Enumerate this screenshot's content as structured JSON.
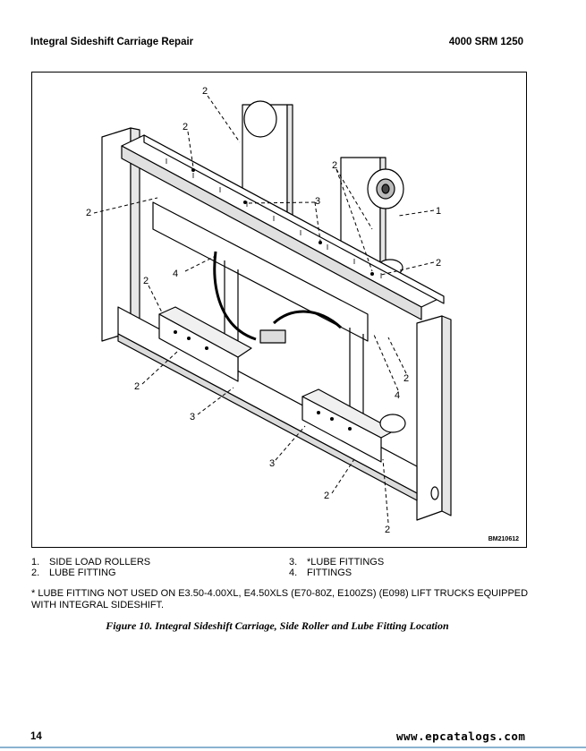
{
  "header": {
    "left_title": "Integral Sideshift Carriage Repair",
    "right_title": "4000 SRM 1250"
  },
  "figure": {
    "code": "BM210612",
    "callouts": [
      "2",
      "2",
      "2",
      "3",
      "1",
      "2",
      "2",
      "4",
      "2",
      "2",
      "3",
      "3",
      "2",
      "2",
      "2",
      "4"
    ]
  },
  "legend": [
    {
      "num": "1.",
      "text": "SIDE LOAD ROLLERS"
    },
    {
      "num": "2.",
      "text": "LUBE FITTING"
    },
    {
      "num": "3.",
      "text": "*LUBE FITTINGS"
    },
    {
      "num": "4.",
      "text": "FITTINGS"
    }
  ],
  "note": "* LUBE FITTING NOT USED ON E3.50-4.00XL, E4.50XLS (E70-80Z, E100ZS) (E098) LIFT TRUCKS EQUIPPED WITH INTEGRAL SIDESHIFT.",
  "caption": "Figure 10. Integral Sideshift Carriage, Side Roller and Lube Fitting Location",
  "footer": {
    "page_number": "14",
    "watermark": "www.epcatalogs.com"
  }
}
